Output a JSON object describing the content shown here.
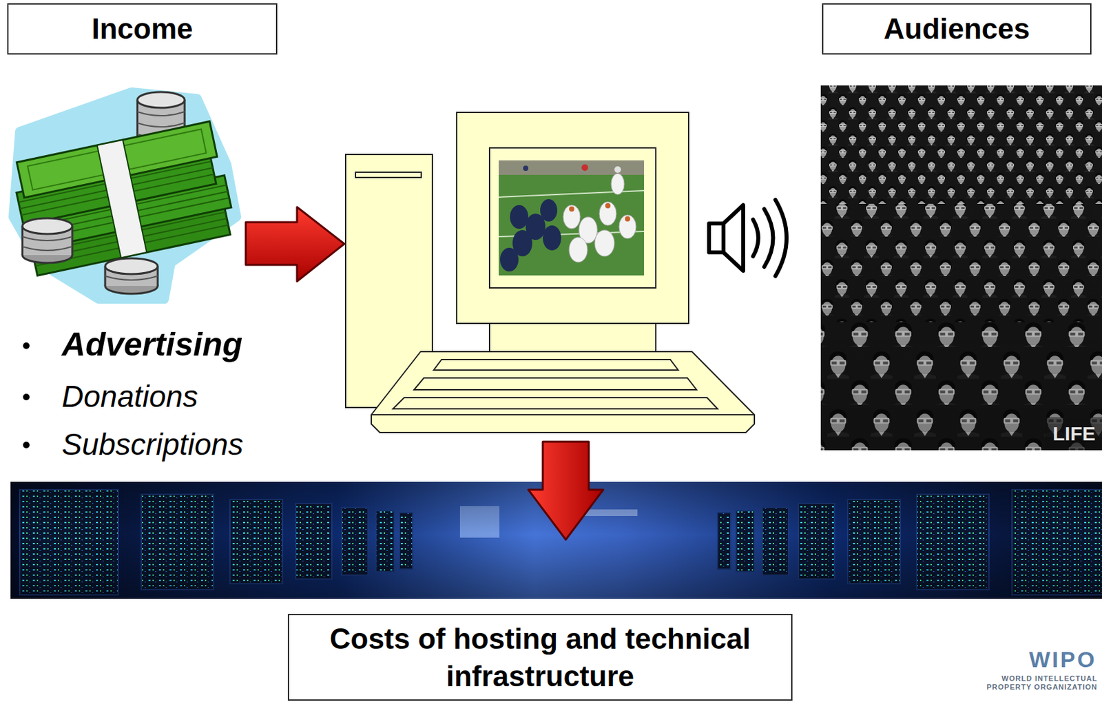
{
  "diagram": {
    "nodes": [
      {
        "text": [
          "Income"
        ]
      },
      {
        "text": [
          "Audiences"
        ]
      },
      {
        "text": [
          "Costs of hosting and technical infrastructure"
        ]
      }
    ],
    "labels": [
      "Advertising",
      "Donations",
      "Subscriptions",
      "LIFE",
      "WIPO",
      "WORLD INTELLECTUAL PROPERTY ORGANIZATION"
    ]
  }
}
